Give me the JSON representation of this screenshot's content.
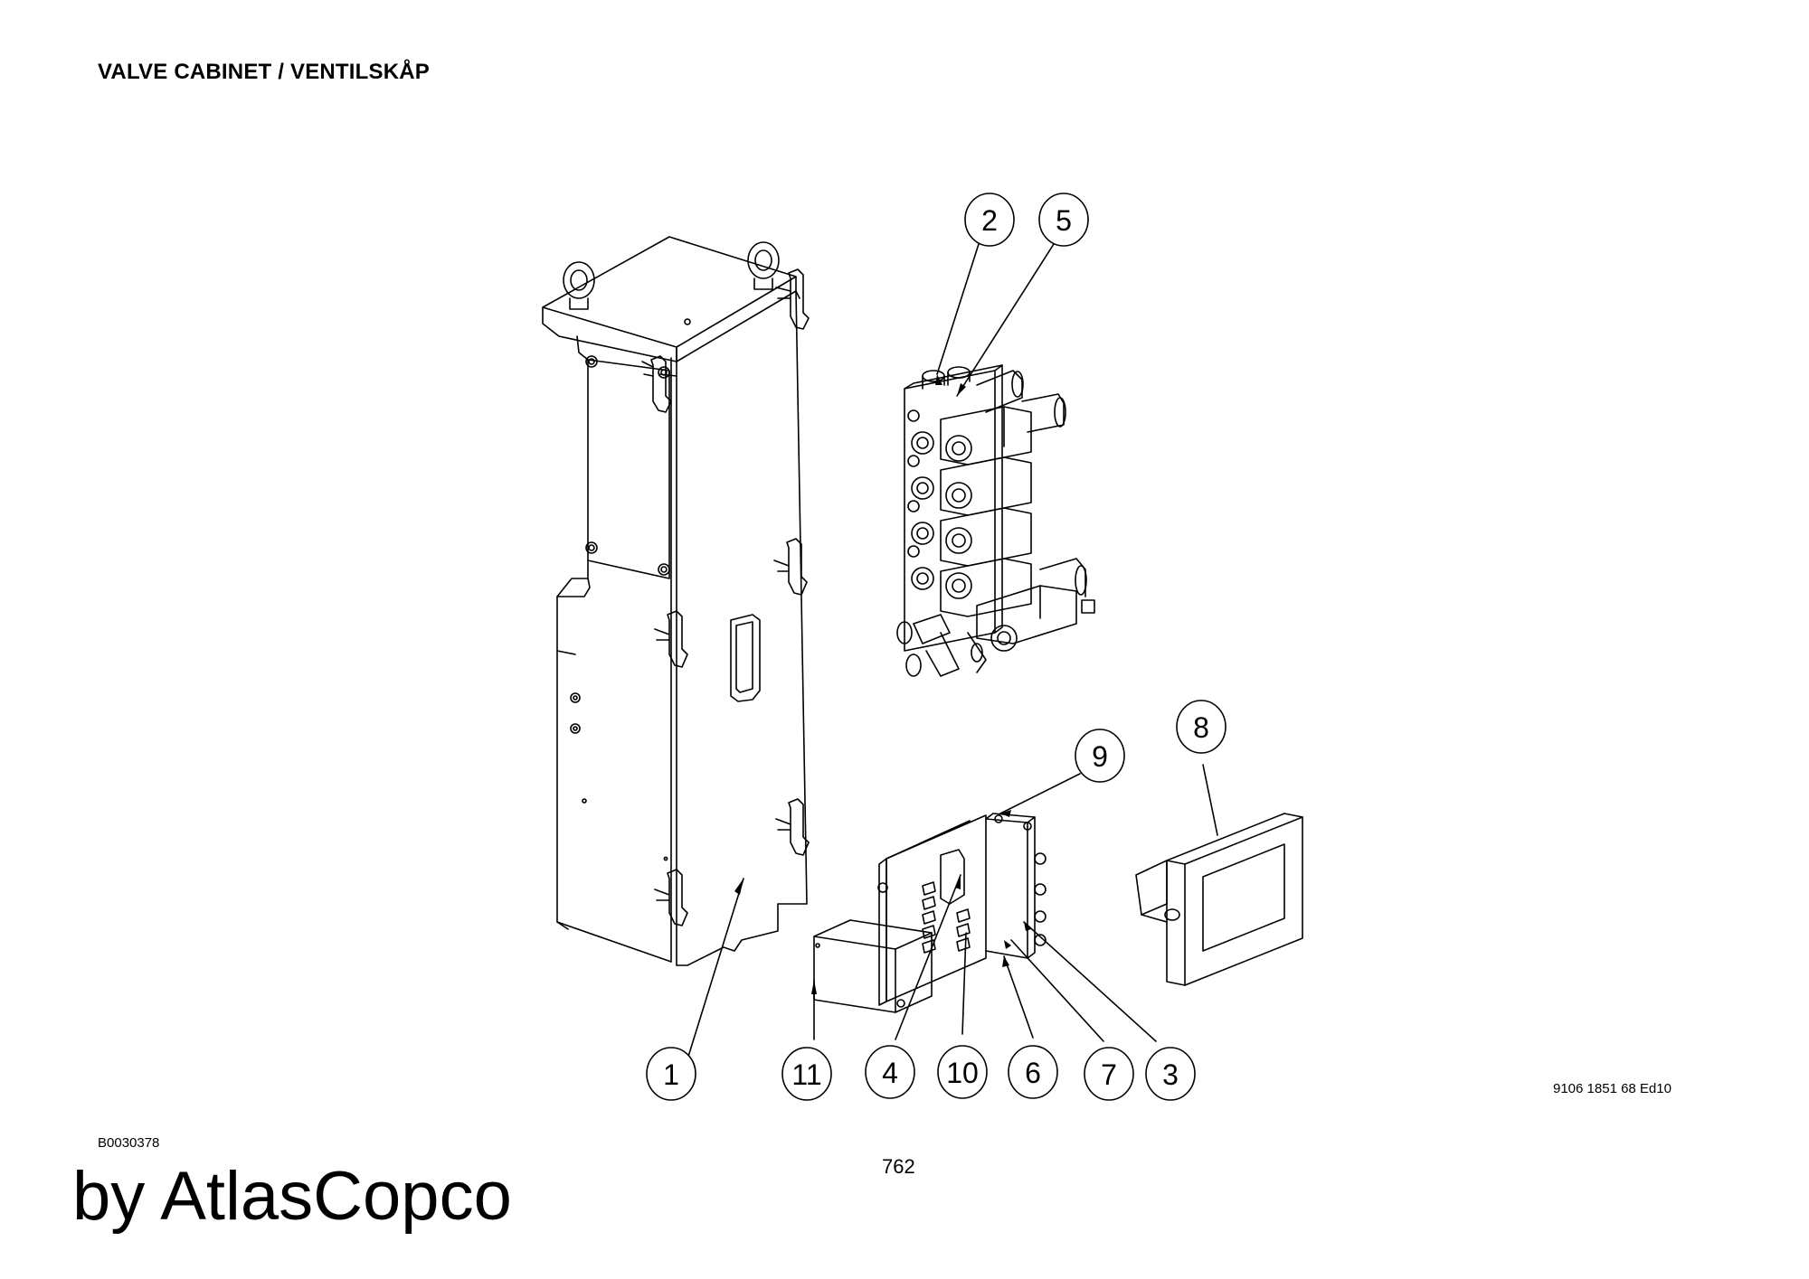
{
  "title": "VALVE CABINET / VENTILSKÅP",
  "document_number": "9106 1851 68 Ed10",
  "drawing_code": "B0030378",
  "page_number": "762",
  "brand": "by AtlasCopco",
  "callouts": [
    "1",
    "11",
    "4",
    "10",
    "6",
    "7",
    "3",
    "2",
    "5",
    "9",
    "8"
  ]
}
